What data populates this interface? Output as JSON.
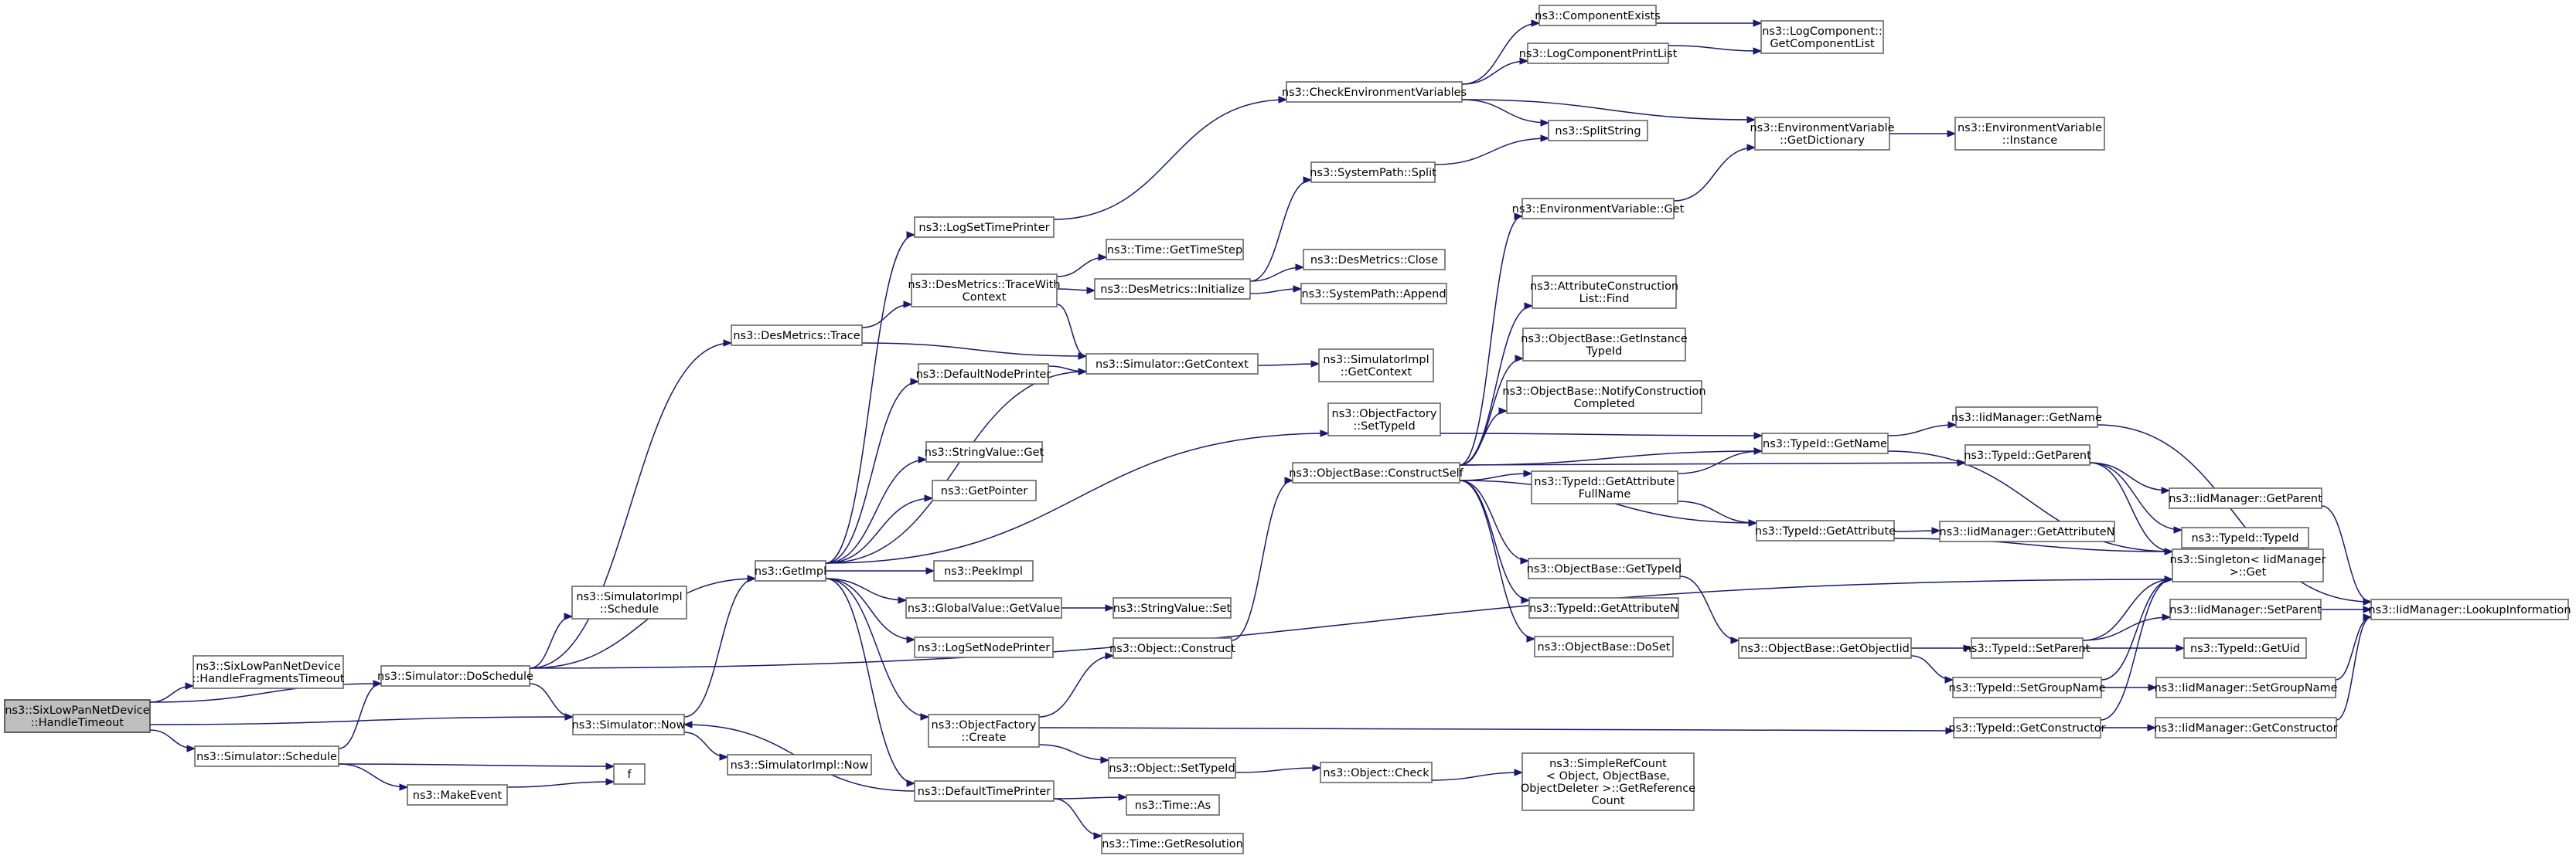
{
  "colors": {
    "edge": "#191970",
    "node_border": "#666666",
    "root_fill": "#bfbfbf"
  },
  "nodes": [
    {
      "id": "root",
      "lines": [
        "ns3::SixLowPanNetDevice",
        "::HandleTimeout"
      ],
      "root": true
    },
    {
      "id": "frag",
      "lines": [
        "ns3::SixLowPanNetDevice",
        "::HandleFragmentsTimeout"
      ]
    },
    {
      "id": "dosched",
      "lines": [
        "ns3::Simulator::DoSchedule"
      ]
    },
    {
      "id": "sched",
      "lines": [
        "ns3::Simulator::Schedule"
      ]
    },
    {
      "id": "now",
      "lines": [
        "ns3::Simulator::Now"
      ]
    },
    {
      "id": "makeevent",
      "lines": [
        "ns3::MakeEvent"
      ]
    },
    {
      "id": "f",
      "lines": [
        "f"
      ]
    },
    {
      "id": "simimplsched",
      "lines": [
        "ns3::SimulatorImpl",
        "::Schedule"
      ]
    },
    {
      "id": "simimplnow",
      "lines": [
        "ns3::SimulatorImpl::Now"
      ]
    },
    {
      "id": "getimpl",
      "lines": [
        "ns3::GetImpl"
      ]
    },
    {
      "id": "destrace",
      "lines": [
        "ns3::DesMetrics::Trace"
      ]
    },
    {
      "id": "logsettime",
      "lines": [
        "ns3::LogSetTimePrinter"
      ]
    },
    {
      "id": "tracewith",
      "lines": [
        "ns3::DesMetrics::TraceWith",
        "Context"
      ]
    },
    {
      "id": "defnode",
      "lines": [
        "ns3::DefaultNodePrinter"
      ]
    },
    {
      "id": "strget",
      "lines": [
        "ns3::StringValue::Get"
      ]
    },
    {
      "id": "getpointer",
      "lines": [
        "ns3::GetPointer"
      ]
    },
    {
      "id": "peekimpl",
      "lines": [
        "ns3::PeekImpl"
      ]
    },
    {
      "id": "gvgetvalue",
      "lines": [
        "ns3::GlobalValue::GetValue"
      ]
    },
    {
      "id": "logsetnode",
      "lines": [
        "ns3::LogSetNodePrinter"
      ]
    },
    {
      "id": "ofcreate",
      "lines": [
        "ns3::ObjectFactory",
        "::Create"
      ]
    },
    {
      "id": "deftime",
      "lines": [
        "ns3::DefaultTimePrinter"
      ]
    },
    {
      "id": "checkenv",
      "lines": [
        "ns3::CheckEnvironmentVariables"
      ]
    },
    {
      "id": "timestep",
      "lines": [
        "ns3::Time::GetTimeStep"
      ]
    },
    {
      "id": "desinit",
      "lines": [
        "ns3::DesMetrics::Initialize"
      ]
    },
    {
      "id": "simgetctx",
      "lines": [
        "ns3::Simulator::GetContext"
      ]
    },
    {
      "id": "strset",
      "lines": [
        "ns3::StringValue::Set"
      ]
    },
    {
      "id": "objconstruct",
      "lines": [
        "ns3::Object::Construct"
      ]
    },
    {
      "id": "objsettid",
      "lines": [
        "ns3::Object::SetTypeId"
      ]
    },
    {
      "id": "timeas",
      "lines": [
        "ns3::Time::As"
      ]
    },
    {
      "id": "timeres",
      "lines": [
        "ns3::Time::GetResolution"
      ]
    },
    {
      "id": "compexists",
      "lines": [
        "ns3::ComponentExists"
      ]
    },
    {
      "id": "logcompprint",
      "lines": [
        "ns3::LogComponentPrintList"
      ]
    },
    {
      "id": "splitstring",
      "lines": [
        "ns3::SplitString"
      ]
    },
    {
      "id": "syspathsplit",
      "lines": [
        "ns3::SystemPath::Split"
      ]
    },
    {
      "id": "desclose",
      "lines": [
        "ns3::DesMetrics::Close"
      ]
    },
    {
      "id": "syspathappend",
      "lines": [
        "ns3::SystemPath::Append"
      ]
    },
    {
      "id": "simimplctx",
      "lines": [
        "ns3::SimulatorImpl",
        "::GetContext"
      ]
    },
    {
      "id": "ofsettid",
      "lines": [
        "ns3::ObjectFactory",
        "::SetTypeId"
      ]
    },
    {
      "id": "obconstructself",
      "lines": [
        "ns3::ObjectBase::ConstructSelf"
      ]
    },
    {
      "id": "objcheck",
      "lines": [
        "ns3::Object::Check"
      ]
    },
    {
      "id": "logcompget",
      "lines": [
        "ns3::LogComponent::",
        "GetComponentList"
      ]
    },
    {
      "id": "envgetdict",
      "lines": [
        "ns3::EnvironmentVariable",
        "::GetDictionary"
      ]
    },
    {
      "id": "envget",
      "lines": [
        "ns3::EnvironmentVariable::Get"
      ]
    },
    {
      "id": "attrfind",
      "lines": [
        "ns3::AttributeConstruction",
        "List::Find"
      ]
    },
    {
      "id": "obgetinst",
      "lines": [
        "ns3::ObjectBase::GetInstance",
        "TypeId"
      ]
    },
    {
      "id": "obnotify",
      "lines": [
        "ns3::ObjectBase::NotifyConstruction",
        "Completed"
      ]
    },
    {
      "id": "tidgetattrfull",
      "lines": [
        "ns3::TypeId::GetAttribute",
        "FullName"
      ]
    },
    {
      "id": "obgettid",
      "lines": [
        "ns3::ObjectBase::GetTypeId"
      ]
    },
    {
      "id": "tidgetattrn",
      "lines": [
        "ns3::TypeId::GetAttributeN"
      ]
    },
    {
      "id": "obdoset",
      "lines": [
        "ns3::ObjectBase::DoSet"
      ]
    },
    {
      "id": "simplerefcount",
      "lines": [
        "ns3::SimpleRefCount",
        "< Object, ObjectBase,",
        "ObjectDeleter >::GetReference",
        "Count"
      ]
    },
    {
      "id": "envinstance",
      "lines": [
        "ns3::EnvironmentVariable",
        "::Instance"
      ]
    },
    {
      "id": "tidgetname",
      "lines": [
        "ns3::TypeId::GetName"
      ]
    },
    {
      "id": "tidgetattr",
      "lines": [
        "ns3::TypeId::GetAttribute"
      ]
    },
    {
      "id": "obgetobjtid",
      "lines": [
        "ns3::ObjectBase::GetObjectIid"
      ]
    },
    {
      "id": "iidgetname",
      "lines": [
        "ns3::IidManager::GetName"
      ]
    },
    {
      "id": "tidgetparent",
      "lines": [
        "ns3::TypeId::GetParent"
      ]
    },
    {
      "id": "iidgetattrn",
      "lines": [
        "ns3::IidManager::GetAttributeN"
      ]
    },
    {
      "id": "tidsetparent",
      "lines": [
        "ns3::TypeId::SetParent"
      ]
    },
    {
      "id": "tidsetgroup",
      "lines": [
        "ns3::TypeId::SetGroupName"
      ]
    },
    {
      "id": "tidgetctor",
      "lines": [
        "ns3::TypeId::GetConstructor"
      ]
    },
    {
      "id": "iidgetparent",
      "lines": [
        "ns3::IidManager::GetParent"
      ]
    },
    {
      "id": "tidtypeid",
      "lines": [
        "ns3::TypeId::TypeId"
      ]
    },
    {
      "id": "singleton",
      "lines": [
        "ns3::Singleton< IidManager",
        ">::Get"
      ]
    },
    {
      "id": "iidsetparent",
      "lines": [
        "ns3::IidManager::SetParent"
      ]
    },
    {
      "id": "tidgetuid",
      "lines": [
        "ns3::TypeId::GetUid"
      ]
    },
    {
      "id": "iidsetgroup",
      "lines": [
        "ns3::IidManager::SetGroupName"
      ]
    },
    {
      "id": "iidgetctor",
      "lines": [
        "ns3::IidManager::GetConstructor"
      ]
    },
    {
      "id": "iidlookup",
      "lines": [
        "ns3::IidManager::LookupInformation"
      ]
    }
  ],
  "edges": [
    [
      "root",
      "frag"
    ],
    [
      "root",
      "dosched"
    ],
    [
      "root",
      "now"
    ],
    [
      "root",
      "sched"
    ],
    [
      "sched",
      "dosched"
    ],
    [
      "sched",
      "makeevent"
    ],
    [
      "sched",
      "f"
    ],
    [
      "makeevent",
      "f"
    ],
    [
      "dosched",
      "destrace"
    ],
    [
      "dosched",
      "simimplsched"
    ],
    [
      "dosched",
      "getimpl"
    ],
    [
      "dosched",
      "now"
    ],
    [
      "dosched",
      "singleton"
    ],
    [
      "now",
      "getimpl"
    ],
    [
      "now",
      "simimplnow"
    ],
    [
      "destrace",
      "tracewith"
    ],
    [
      "destrace",
      "simgetctx"
    ],
    [
      "getimpl",
      "logsettime"
    ],
    [
      "getimpl",
      "defnode"
    ],
    [
      "getimpl",
      "simgetctx"
    ],
    [
      "getimpl",
      "strget"
    ],
    [
      "getimpl",
      "getpointer"
    ],
    [
      "getimpl",
      "ofsettid"
    ],
    [
      "getimpl",
      "peekimpl"
    ],
    [
      "getimpl",
      "gvgetvalue"
    ],
    [
      "getimpl",
      "logsetnode"
    ],
    [
      "getimpl",
      "ofcreate"
    ],
    [
      "getimpl",
      "deftime"
    ],
    [
      "logsettime",
      "checkenv"
    ],
    [
      "tracewith",
      "timestep"
    ],
    [
      "tracewith",
      "desinit"
    ],
    [
      "tracewith",
      "simgetctx"
    ],
    [
      "defnode",
      "simgetctx"
    ],
    [
      "simgetctx",
      "simimplctx"
    ],
    [
      "gvgetvalue",
      "strset"
    ],
    [
      "ofcreate",
      "objconstruct"
    ],
    [
      "ofcreate",
      "objsettid"
    ],
    [
      "ofcreate",
      "tidgetctor"
    ],
    [
      "deftime",
      "now"
    ],
    [
      "deftime",
      "timeas"
    ],
    [
      "deftime",
      "timeres"
    ],
    [
      "checkenv",
      "compexists"
    ],
    [
      "checkenv",
      "logcompprint"
    ],
    [
      "checkenv",
      "splitstring"
    ],
    [
      "checkenv",
      "envgetdict"
    ],
    [
      "compexists",
      "logcompget"
    ],
    [
      "logcompprint",
      "logcompget"
    ],
    [
      "desinit",
      "syspathsplit"
    ],
    [
      "desinit",
      "desclose"
    ],
    [
      "desinit",
      "syspathappend"
    ],
    [
      "syspathsplit",
      "splitstring"
    ],
    [
      "ofsettid",
      "tidgetname"
    ],
    [
      "objconstruct",
      "obconstructself"
    ],
    [
      "objsettid",
      "objcheck"
    ],
    [
      "objcheck",
      "simplerefcount"
    ],
    [
      "obconstructself",
      "envget"
    ],
    [
      "obconstructself",
      "attrfind"
    ],
    [
      "obconstructself",
      "obgetinst"
    ],
    [
      "obconstructself",
      "obnotify"
    ],
    [
      "obconstructself",
      "tidgetname"
    ],
    [
      "obconstructself",
      "tidgetparent"
    ],
    [
      "obconstructself",
      "tidgetattrfull"
    ],
    [
      "obconstructself",
      "tidgetattr"
    ],
    [
      "obconstructself",
      "obgettid"
    ],
    [
      "obconstructself",
      "tidgetattrn"
    ],
    [
      "obconstructself",
      "obdoset"
    ],
    [
      "envget",
      "envgetdict"
    ],
    [
      "envgetdict",
      "envinstance"
    ],
    [
      "tidgetattrfull",
      "tidgetname"
    ],
    [
      "tidgetattrfull",
      "tidgetattr"
    ],
    [
      "obgettid",
      "obgetobjtid"
    ],
    [
      "tidgetname",
      "iidgetname"
    ],
    [
      "tidgetname",
      "singleton"
    ],
    [
      "tidgetattr",
      "iidgetattrn"
    ],
    [
      "tidgetattr",
      "singleton"
    ],
    [
      "obgetobjtid",
      "tidsetparent"
    ],
    [
      "obgetobjtid",
      "tidsetgroup"
    ],
    [
      "tidgetparent",
      "iidgetparent"
    ],
    [
      "tidgetparent",
      "tidtypeid"
    ],
    [
      "tidgetparent",
      "singleton"
    ],
    [
      "tidsetparent",
      "singleton"
    ],
    [
      "tidsetparent",
      "iidsetparent"
    ],
    [
      "tidsetparent",
      "tidgetuid"
    ],
    [
      "tidsetgroup",
      "singleton"
    ],
    [
      "tidsetgroup",
      "iidsetgroup"
    ],
    [
      "tidgetctor",
      "singleton"
    ],
    [
      "tidgetctor",
      "iidgetctor"
    ],
    [
      "iidgetname",
      "iidlookup"
    ],
    [
      "iidgetparent",
      "iidlookup"
    ],
    [
      "iidsetparent",
      "iidlookup"
    ],
    [
      "iidsetgroup",
      "iidlookup"
    ],
    [
      "iidgetctor",
      "iidlookup"
    ]
  ]
}
